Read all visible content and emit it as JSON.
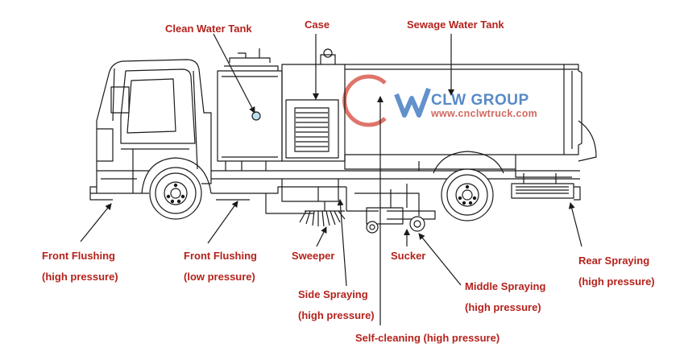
{
  "labels": {
    "clean_water_tank": "Clean Water Tank",
    "case": "Case",
    "sewage_water_tank": "Sewage Water Tank",
    "front_flushing_high_title": "Front Flushing",
    "front_flushing_high_sub": "(high pressure)",
    "front_flushing_low_title": "Front Flushing",
    "front_flushing_low_sub": "(low pressure)",
    "sweeper": "Sweeper",
    "sucker": "Sucker",
    "side_spraying_title": "Side Spraying",
    "side_spraying_sub": "(high pressure)",
    "middle_spraying_title": "Middle Spraying",
    "middle_spraying_sub": "(high pressure)",
    "rear_spraying_title": "Rear Spraying",
    "rear_spraying_sub": "(high pressure)",
    "self_cleaning": "Self-cleaning (high pressure)"
  },
  "watermark": {
    "brand": "CLW GROUP",
    "url": "www.cnclwtruck.com"
  },
  "colors": {
    "label": "#b5221c",
    "line": "#1a1a1a",
    "brand_blue": "#1f63b5",
    "brand_red": "#c0382b"
  }
}
